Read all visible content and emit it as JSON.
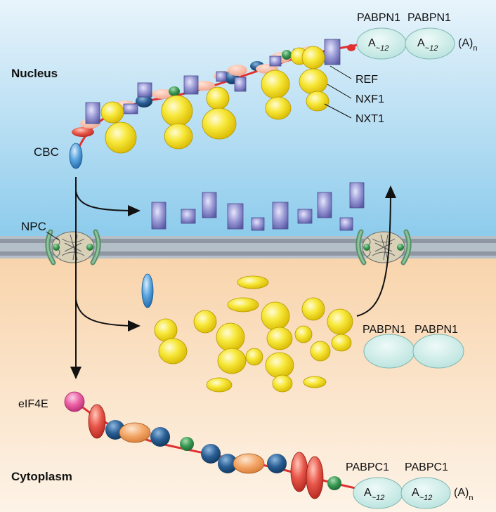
{
  "compartments": {
    "nucleus": "Nucleus",
    "cytoplasm": "Cytoplasm"
  },
  "labels": {
    "cbc": "CBC",
    "npc": "NPC",
    "eif4e": "eIF4E",
    "ref": "REF",
    "nxf1": "NXF1",
    "nxt1": "NXT1"
  },
  "nuclear_polyA": {
    "pabpn1_left": "PABPN1",
    "pabpn1_right": "PABPN1",
    "a_left": "A",
    "a_left_sub": "~12",
    "a_right": "A",
    "a_right_sub": "~12",
    "tail": "(A)",
    "tail_sub": "n"
  },
  "recycled_pabpn1": {
    "left": "PABPN1",
    "right": "PABPN1"
  },
  "cytoplasmic_polyA": {
    "pabpc1_left": "PABPC1",
    "pabpc1_right": "PABPC1",
    "a_left": "A",
    "a_left_sub": "~12",
    "a_right": "A",
    "a_right_sub": "~12",
    "tail": "(A)",
    "tail_sub": "n"
  },
  "colors": {
    "nucleus_bg": "#9fd3ef",
    "cytoplasm_bg": "#f9d9b5",
    "membrane": "#a7afb8",
    "nxf1_nxt1_yellow": "#f5e530",
    "ref_purple": "#8585c9",
    "cbc_blue": "#3f8fcf",
    "pabp_teal": "#c8ebe6",
    "mrna_red": "#e8302c",
    "eif4e_pink": "#ea5aa0",
    "dark_blue": "#1d4f80",
    "green": "#2e8f45",
    "orange": "#f3a064",
    "salmon": "#e86a55"
  }
}
